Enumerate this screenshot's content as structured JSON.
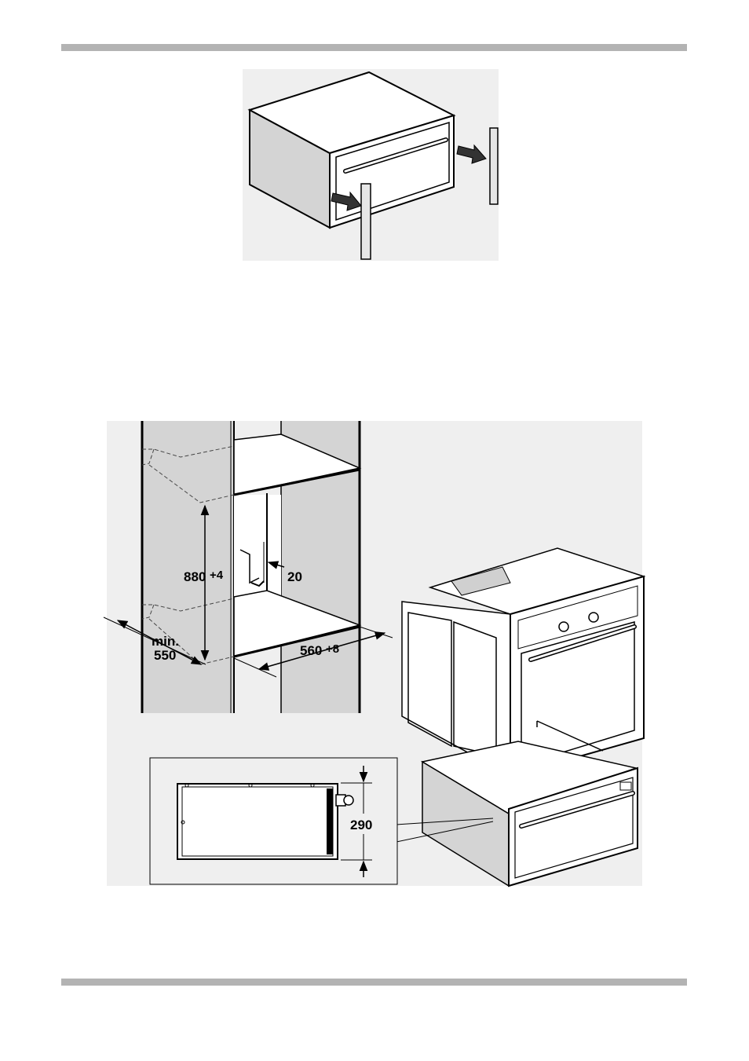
{
  "figure1": {
    "description_icons": [
      "drawer-unit-illustration",
      "removed-side-strip-left",
      "removed-side-strip-right",
      "arrow-icon"
    ]
  },
  "figure2": {
    "labels": {
      "height_main": "880",
      "height_tol": "+4",
      "gap": "20",
      "depth_main": "min.",
      "depth_value": "550",
      "width_main": "560",
      "width_tol": "+8",
      "drawer_height": "290"
    }
  },
  "colors": {
    "rule": "#b3b3b3",
    "panel_fill": "#d4d4d4",
    "line": "#000000",
    "photo_bg": "#eeeeee"
  }
}
